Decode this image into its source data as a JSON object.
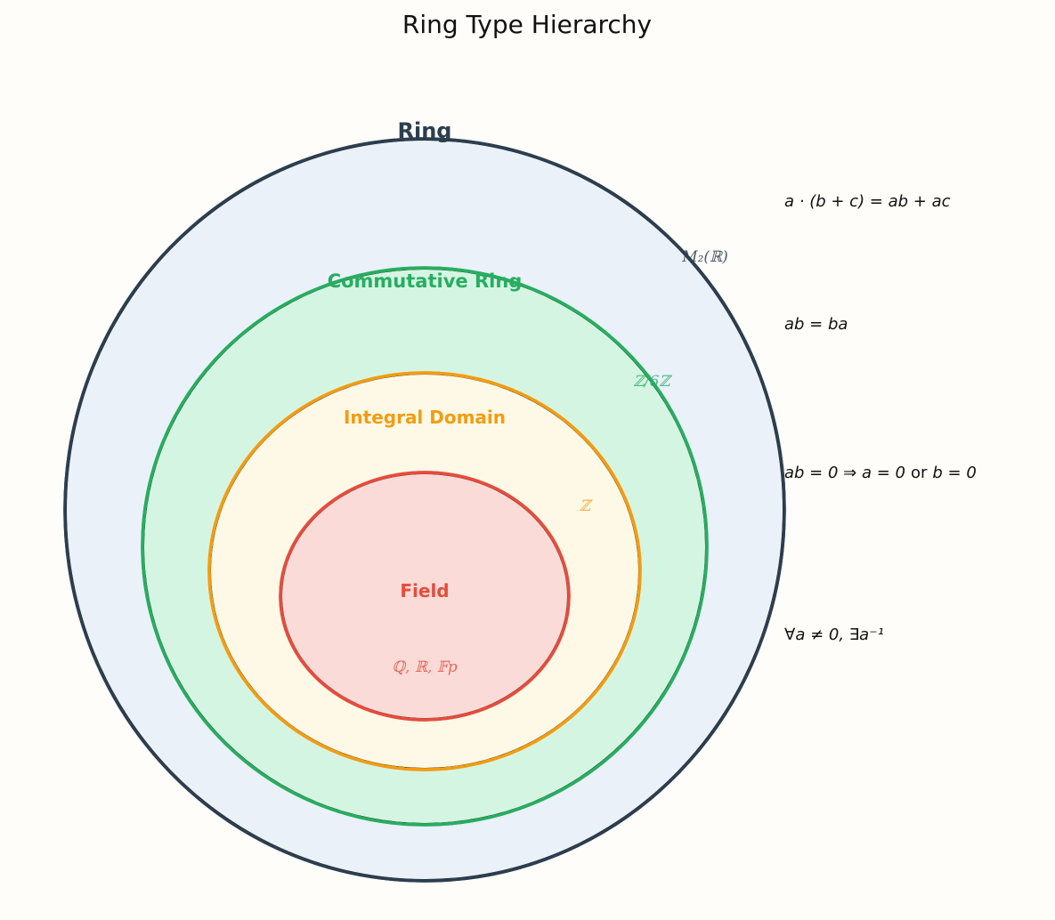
{
  "title": "Ring Type Hierarchy",
  "sets": {
    "ring": {
      "label": "Ring",
      "example": "M₂(ℝ)",
      "color": "#2c3e50",
      "fill": "#eaf1f8"
    },
    "commutative": {
      "label": "Commutative Ring",
      "example": "ℤ/6ℤ",
      "color": "#27ae60",
      "fill": "#d5f5e3"
    },
    "integral": {
      "label": "Integral Domain",
      "example": "ℤ",
      "color": "#f39c12",
      "fill": "#fef9e7"
    },
    "field": {
      "label": "Field",
      "example": "ℚ, ℝ, 𝔽p",
      "color": "#e74c3c",
      "fill": "#fadbd8"
    }
  },
  "axioms": {
    "distributive": "a · (b + c) = ab + ac",
    "commutative": "ab = ba",
    "no_zero_divisors_a": "ab = 0 ⇒ a = 0",
    "no_zero_divisors_or": "or",
    "no_zero_divisors_b": "b = 0",
    "inverse": "∀a ≠ 0, ∃a⁻¹"
  }
}
